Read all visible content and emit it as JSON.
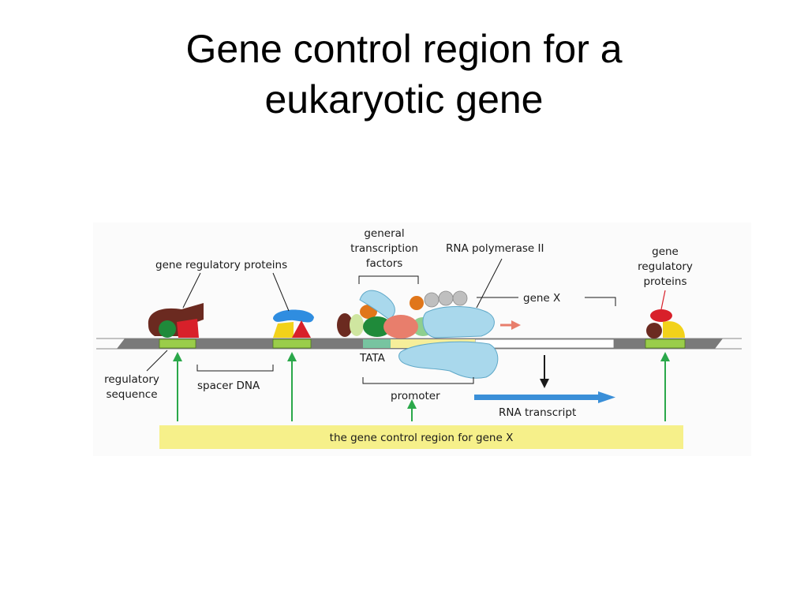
{
  "slide": {
    "title_line1": "Gene control region for a",
    "title_line2": "eukaryotic gene"
  },
  "diagram": {
    "labels": {
      "gene_regulatory_proteins_left": "gene regulatory proteins",
      "general_tf_1": "general",
      "general_tf_2": "transcription",
      "general_tf_3": "factors",
      "rna_pol": "RNA polymerase II",
      "gene_x": "gene X",
      "gene_reg_right_1": "gene",
      "gene_reg_right_2": "regulatory",
      "gene_reg_right_3": "proteins",
      "regulatory_sequence_1": "regulatory",
      "regulatory_sequence_2": "sequence",
      "spacer_dna": "spacer DNA",
      "tata": "TATA",
      "promoter": "promoter",
      "rna_transcript": "RNA transcript",
      "control_region": "the gene control region for gene X"
    },
    "colors": {
      "dna": "#7a7a7a",
      "regulatory_site": "#9acd4a",
      "tata_box": "#77c4a0",
      "promoter_region": "#f6ee9a",
      "rna_polymerase": "#a9d8ec",
      "green_arrow": "#2aa84a",
      "transcript_arrow": "#3a8fd8",
      "control_band": "#f6f08a",
      "brown": "#6b2a20",
      "red": "#d8202a",
      "yellow": "#f2d21a",
      "blue": "#2f8de0",
      "dark_green": "#1f8a3a",
      "orange": "#e0761a",
      "salmon": "#e87e6c",
      "gray_bead": "#bfbfbf"
    }
  }
}
